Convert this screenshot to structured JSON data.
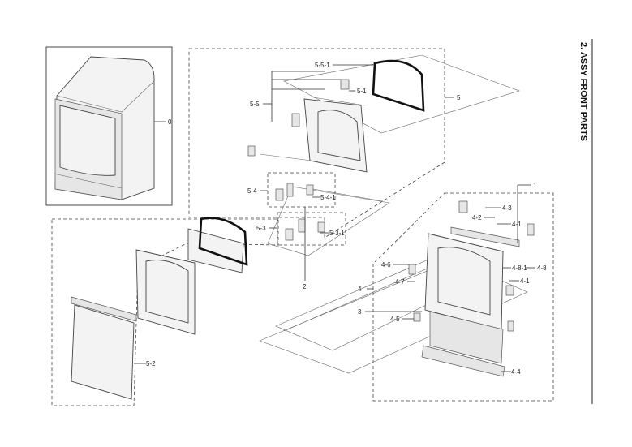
{
  "title": "2. ASSY FRONT PARTS",
  "callouts": {
    "c0": "0",
    "c1": "1",
    "c2": "2",
    "c3": "3",
    "c4": "4",
    "c5": "5",
    "c4_1": "4-1",
    "c4_1b": "4-1",
    "c4_2": "4-2",
    "c4_3": "4-3",
    "c4_4": "4-4",
    "c4_5": "4-5",
    "c4_6": "4-6",
    "c4_7": "4-7",
    "c4_8": "4-8",
    "c4_8_1": "4-8-1",
    "c5_1": "5-1",
    "c5_2": "5-2",
    "c5_3": "5-3",
    "c5_3_1": "5-3-1",
    "c5_4": "5-4",
    "c5_4_1": "5-4-1",
    "c5_5": "5-5",
    "c5_5_1": "5-5-1"
  }
}
